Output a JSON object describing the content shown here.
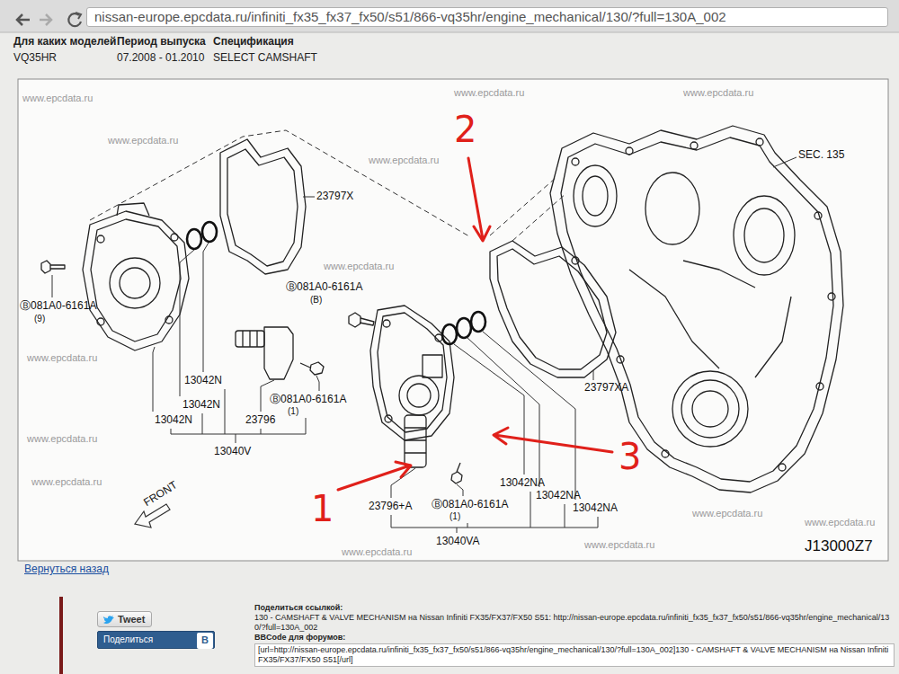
{
  "diagram": {
    "nodes": [
      {
        "text": [
          "nissan-europe.epcdata.ru/infiniti_fx35_fx37_fx50/s51/866-vq35hr/engine_mechanical/130/?full=130A_002"
        ]
      },
      {
        "text": [
          "Tweet"
        ]
      },
      {
        "text": [
          "Поделиться"
        ]
      },
      {
        "text": [
          "B"
        ],
        "in": 2
      }
    ],
    "labels": [
      "Для каких моделей",
      "Период выпуска",
      "Спецификация",
      "VQ35HR",
      "07.2008 - 01.2010",
      "SELECT CAMSHAFT",
      "www.epcdata.ru",
      "www.epcdata.ru",
      "www.epcdata.ru",
      "www.epcdata.ru",
      "www.epcdata.ru",
      "www.epcdata.ru",
      "www.epcdata.ru",
      "www.epcdata.ru",
      "www.epcdata.ru",
      "www.epcdata.ru",
      "www.epcdata.ru",
      "www.epcdata.ru",
      "www.epcdata.ru",
      "SEC. 135",
      "23797X",
      "Ⓑ081A0-6161A",
      "(9)",
      "Ⓑ081A0-6161A",
      "(B)",
      "13042N",
      "13042N",
      "13042N",
      "23796",
      "Ⓑ081A0-6161A",
      "(1)",
      "13040V",
      "23797XA",
      "13042NA",
      "13042NA",
      "13042NA",
      "23796+A",
      "Ⓑ081A0-6161A",
      "(1)",
      "13040VA",
      "FRONT",
      "J13000Z7",
      "2",
      "1",
      "3",
      "Вернуться назад",
      "Поделиться ссылкой:",
      "130 - CAMSHAFT & VALVE MECHANISM на Nissan Infiniti FX35/FX37/FX50 S51: http://nissan-europe.epcdata.ru/infiniti_fx35_fx37_fx50/s51/866-vq35hr/engine_mechanical/130/?full=130A_002",
      "BBCode для форумов:",
      "[url=http://nissan-europe.epcdata.ru/infiniti_fx35_fx37_fx50/s51/866-vq35hr/engine_mechanical/130/?full=130A_002]130 - CAMSHAFT & VALVE MECHANISM на Nissan Infiniti FX35/FX37/FX50 S51[/url]"
    ]
  }
}
